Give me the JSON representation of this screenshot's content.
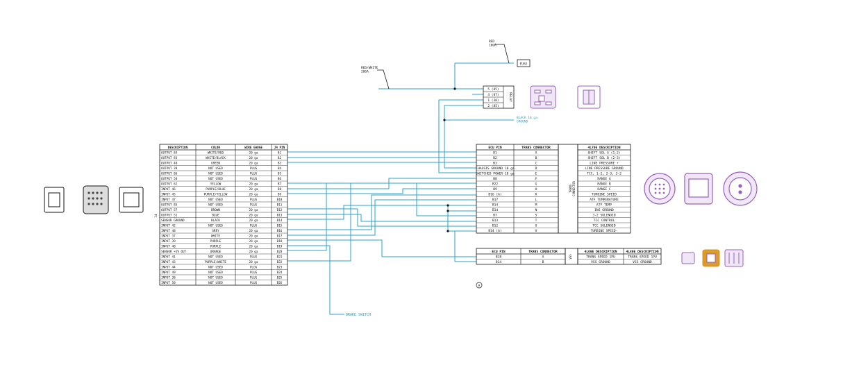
{
  "labels": {
    "red_10ga": "RED\n10GA",
    "fuse": "FUSE",
    "red_white_20ga": "RED/WHITE\n20GA",
    "relay": "RELAY",
    "black_ground": "BLACK 18 ga\nGROUND",
    "brake_switch": "BRAKE SWITCH",
    "trans_connector": "TRANS\nCONNECTOR",
    "vss": "VSS",
    "j4": "J4",
    "note_a": "A"
  },
  "relay_pins": [
    "5 (85)",
    "4 (87)",
    "1 (30)",
    "2 (85)"
  ],
  "ecu_table": {
    "headers": [
      "DESCRIPTION",
      "COLOR",
      "WIRE GAUGE",
      "J4 PIN"
    ],
    "rows": [
      [
        "OUTPUT 84",
        "WHITE/RED",
        "20 ga",
        "B1"
      ],
      [
        "OUTPUT 83",
        "WHITE/BLACK",
        "20 ga",
        "B2"
      ],
      [
        "OUTPUT 40",
        "GREEN",
        "20 ga",
        "B3"
      ],
      [
        "OUTPUT 39",
        "NOT USED",
        "PLUG",
        "B4"
      ],
      [
        "OUTPUT 86",
        "NOT USED",
        "PLUG",
        "B5"
      ],
      [
        "OUTPUT 58",
        "NOT USED",
        "PLUG",
        "B6"
      ],
      [
        "OUTPUT 62",
        "YELLOW",
        "20 ga",
        "B7"
      ],
      [
        "INPUT 46",
        "PURPLE/BLUE",
        "20 ga",
        "B8"
      ],
      [
        "INPUT 45",
        "PURPLE/YELLOW",
        "20 ga",
        "B9"
      ],
      [
        "INPUT 47",
        "NOT USED",
        "PLUG",
        "B10"
      ],
      [
        "OUTPUT 85",
        "NOT USED",
        "PLUG",
        "B11"
      ],
      [
        "OUTPUT 57",
        "BROWN",
        "20 ga",
        "B12"
      ],
      [
        "OUTPUT 51",
        "BLUE",
        "20 ga",
        "B13"
      ],
      [
        "SENSOR GROUND",
        "BLACK",
        "20 ga",
        "B14"
      ],
      [
        "INPUT 42",
        "NOT USED",
        "PLUG",
        "B15"
      ],
      [
        "INPUT 48",
        "GREY",
        "20 ga",
        "B16"
      ],
      [
        "INPUT 37",
        "WHITE",
        "20 ga",
        "B17"
      ],
      [
        "INPUT 39",
        "PURPLE",
        "20 ga",
        "B18"
      ],
      [
        "INPUT 40",
        "PURPLE",
        "20 ga",
        "B19"
      ],
      [
        "SENSOR +5V OUT",
        "ORANGE",
        "20 ga",
        "B20"
      ],
      [
        "INPUT 41",
        "NOT USED",
        "PLUG",
        "B21"
      ],
      [
        "INPUT 43",
        "PURPLE/WHITE",
        "20 ga",
        "B22"
      ],
      [
        "INPUT 44",
        "NOT USED",
        "PLUG",
        "B23"
      ],
      [
        "INPUT 49",
        "NOT USED",
        "PLUG",
        "B24"
      ],
      [
        "INPUT 38",
        "NOT USED",
        "PLUG",
        "B25"
      ],
      [
        "INPUT 50",
        "NOT USED",
        "PLUG",
        "B26"
      ]
    ]
  },
  "trans_table": {
    "headers": [
      "ECU PIN",
      "TRANS CONNECTOR",
      "4L70E DESCRIPTION"
    ],
    "rows": [
      [
        "B1",
        "A",
        "SHIFT SOL A (1-2)"
      ],
      [
        "B2",
        "B",
        "SHIFT SOL B (2-3)"
      ],
      [
        "B3",
        "C",
        "LINE PRESSURE +"
      ],
      [
        "CHASSIS GROUND 18 ga",
        "D",
        "LINE PRESSURE GROUND"
      ],
      [
        "SWITCHED POWER 18 ga",
        "E",
        "TCC, 1-2, 2-3, 3-2"
      ],
      [
        "B8",
        "F",
        "RANGE A"
      ],
      [
        "B22",
        "G",
        "RANGE B"
      ],
      [
        "B9",
        "H",
        "RANGE C"
      ],
      [
        "B16 (A)",
        "K",
        "TURBINE SPEED"
      ],
      [
        "B17",
        "L",
        "ATF TEMPERATURE"
      ],
      [
        "B14",
        "M",
        "ATF TEMP"
      ],
      [
        "B14",
        "N",
        "INS GROUND"
      ],
      [
        "B7",
        "S",
        "3-2 SOLENOID"
      ],
      [
        "B13",
        "T",
        "TCC CONTROL"
      ],
      [
        "B12",
        "U",
        "TCC SOLENOID"
      ],
      [
        "B14 (A)",
        "V",
        "TURBINE SPEED-"
      ]
    ]
  },
  "vss_table": {
    "headers": [
      "ECU PIN",
      "TRANS CONNECTOR",
      "4L60E DESCRIPTION",
      "4L80E DESCRIPTION"
    ],
    "rows": [
      [
        "B18",
        "A",
        "TRANS SPEED 1PU",
        "TRANS SPEED 1PU"
      ],
      [
        "B14",
        "B",
        "VSS GROUND",
        "VSS GROUND"
      ]
    ]
  },
  "colors": {
    "wire": "#2aa3c9",
    "ink": "#111111",
    "connector": "#9a5fbf",
    "connector_fill": "#efe6f6",
    "plug_orange": "#d99a2b"
  },
  "icons": [
    "ecu-connector-icon",
    "relay-connector-icon",
    "trans-connector-icon",
    "vss-connector-icon"
  ]
}
